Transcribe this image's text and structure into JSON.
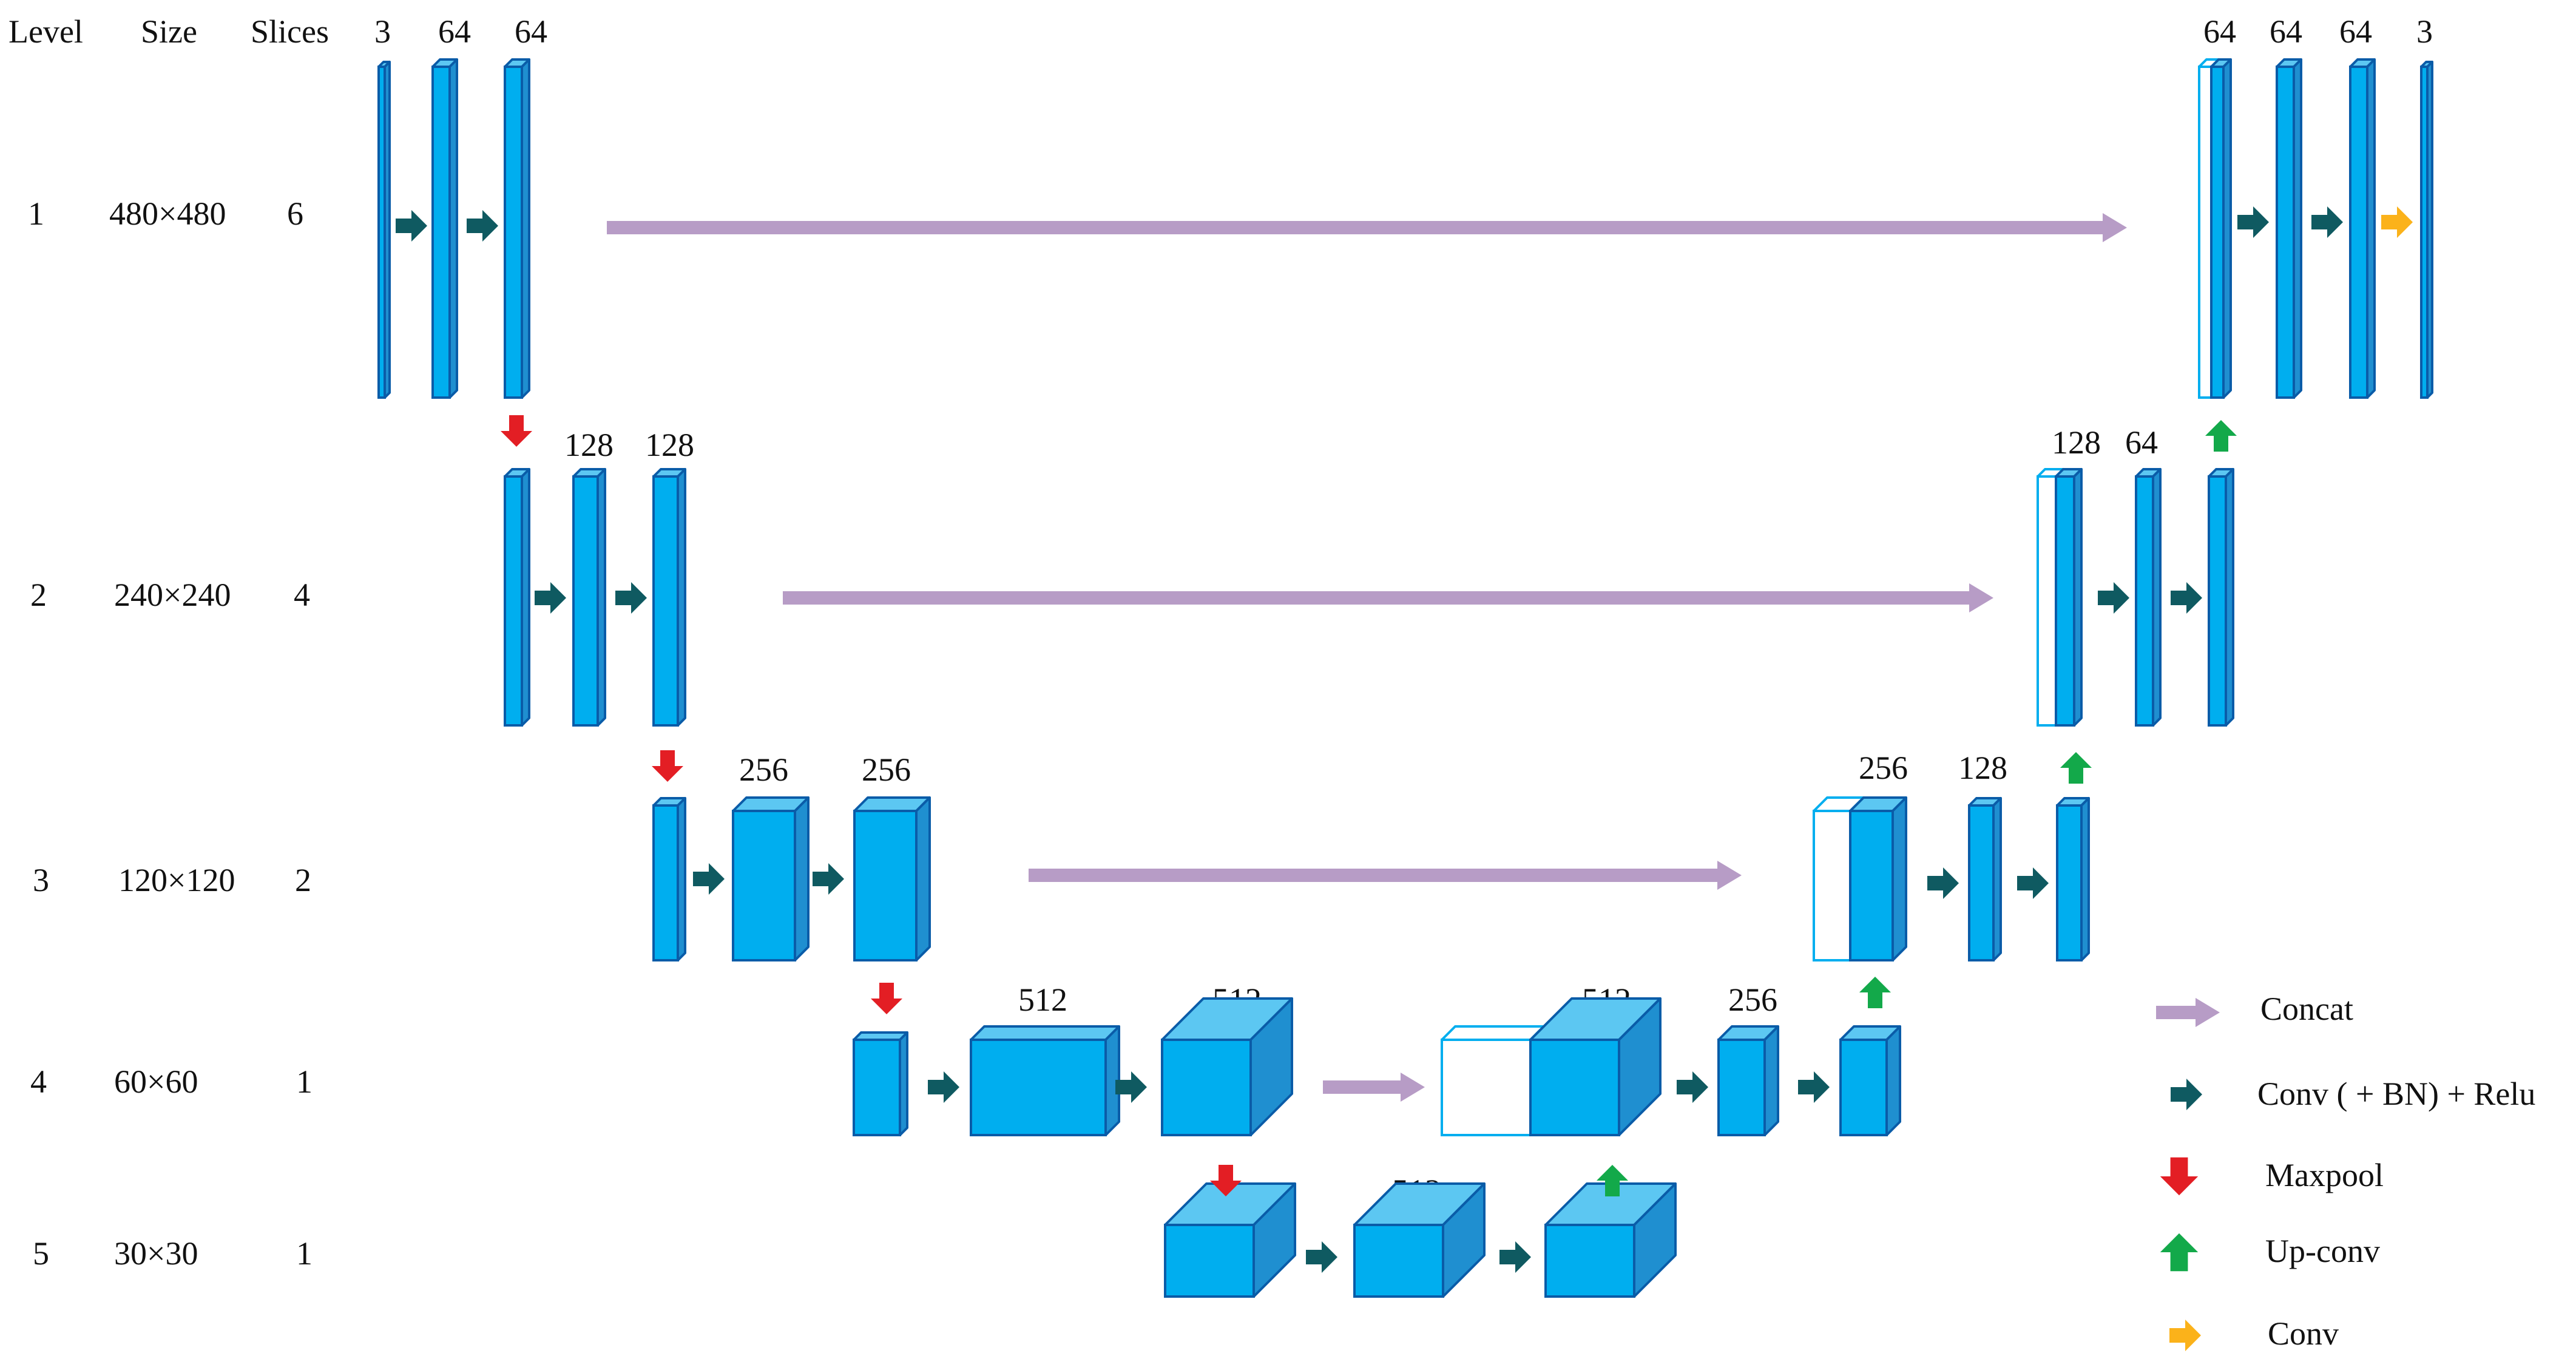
{
  "colors": {
    "block_front": "#00aeef",
    "block_side": "#1f8fd0",
    "block_top": "#5cc7f2",
    "block_edge": "#0a5ca8",
    "concat": "#b79cc6",
    "conv_bn_relu": "#0f5a61",
    "maxpool": "#e31e24",
    "upconv": "#13a94a",
    "conv": "#fbb21a"
  },
  "header": {
    "level": "Level",
    "size": "Size",
    "slices": "Slices"
  },
  "levels": [
    {
      "level": "1",
      "size": "480×480",
      "slices": "6"
    },
    {
      "level": "2",
      "size": "240×240",
      "slices": "4"
    },
    {
      "level": "3",
      "size": "120×120",
      "slices": "2"
    },
    {
      "level": "4",
      "size": "60×60",
      "slices": "1"
    },
    {
      "level": "5",
      "size": "30×30",
      "slices": "1"
    }
  ],
  "channel_labels": {
    "l1_in": "3",
    "l1_a": "64",
    "l1_b": "64",
    "l2_a": "128",
    "l2_b": "128",
    "l3_a": "256",
    "l3_b": "256",
    "l4_a": "512",
    "l4_b": "512",
    "l5": "512",
    "d4_cat": "512",
    "d4_conv": "256",
    "d3_cat": "256",
    "d3_conv": "128",
    "d2_cat": "128",
    "d2_conv": "64",
    "d1_cat": "64",
    "d1_a": "64",
    "d1_b": "64",
    "d1_out": "3"
  },
  "legend": [
    {
      "icon": "concat-arrow-icon",
      "label": "Concat"
    },
    {
      "icon": "conv-bn-relu-arrow-icon",
      "label": "Conv ( + BN) + Relu"
    },
    {
      "icon": "maxpool-arrow-icon",
      "label": "Maxpool"
    },
    {
      "icon": "upconv-arrow-icon",
      "label": "Up-conv"
    },
    {
      "icon": "conv-arrow-icon",
      "label": "Conv"
    }
  ]
}
